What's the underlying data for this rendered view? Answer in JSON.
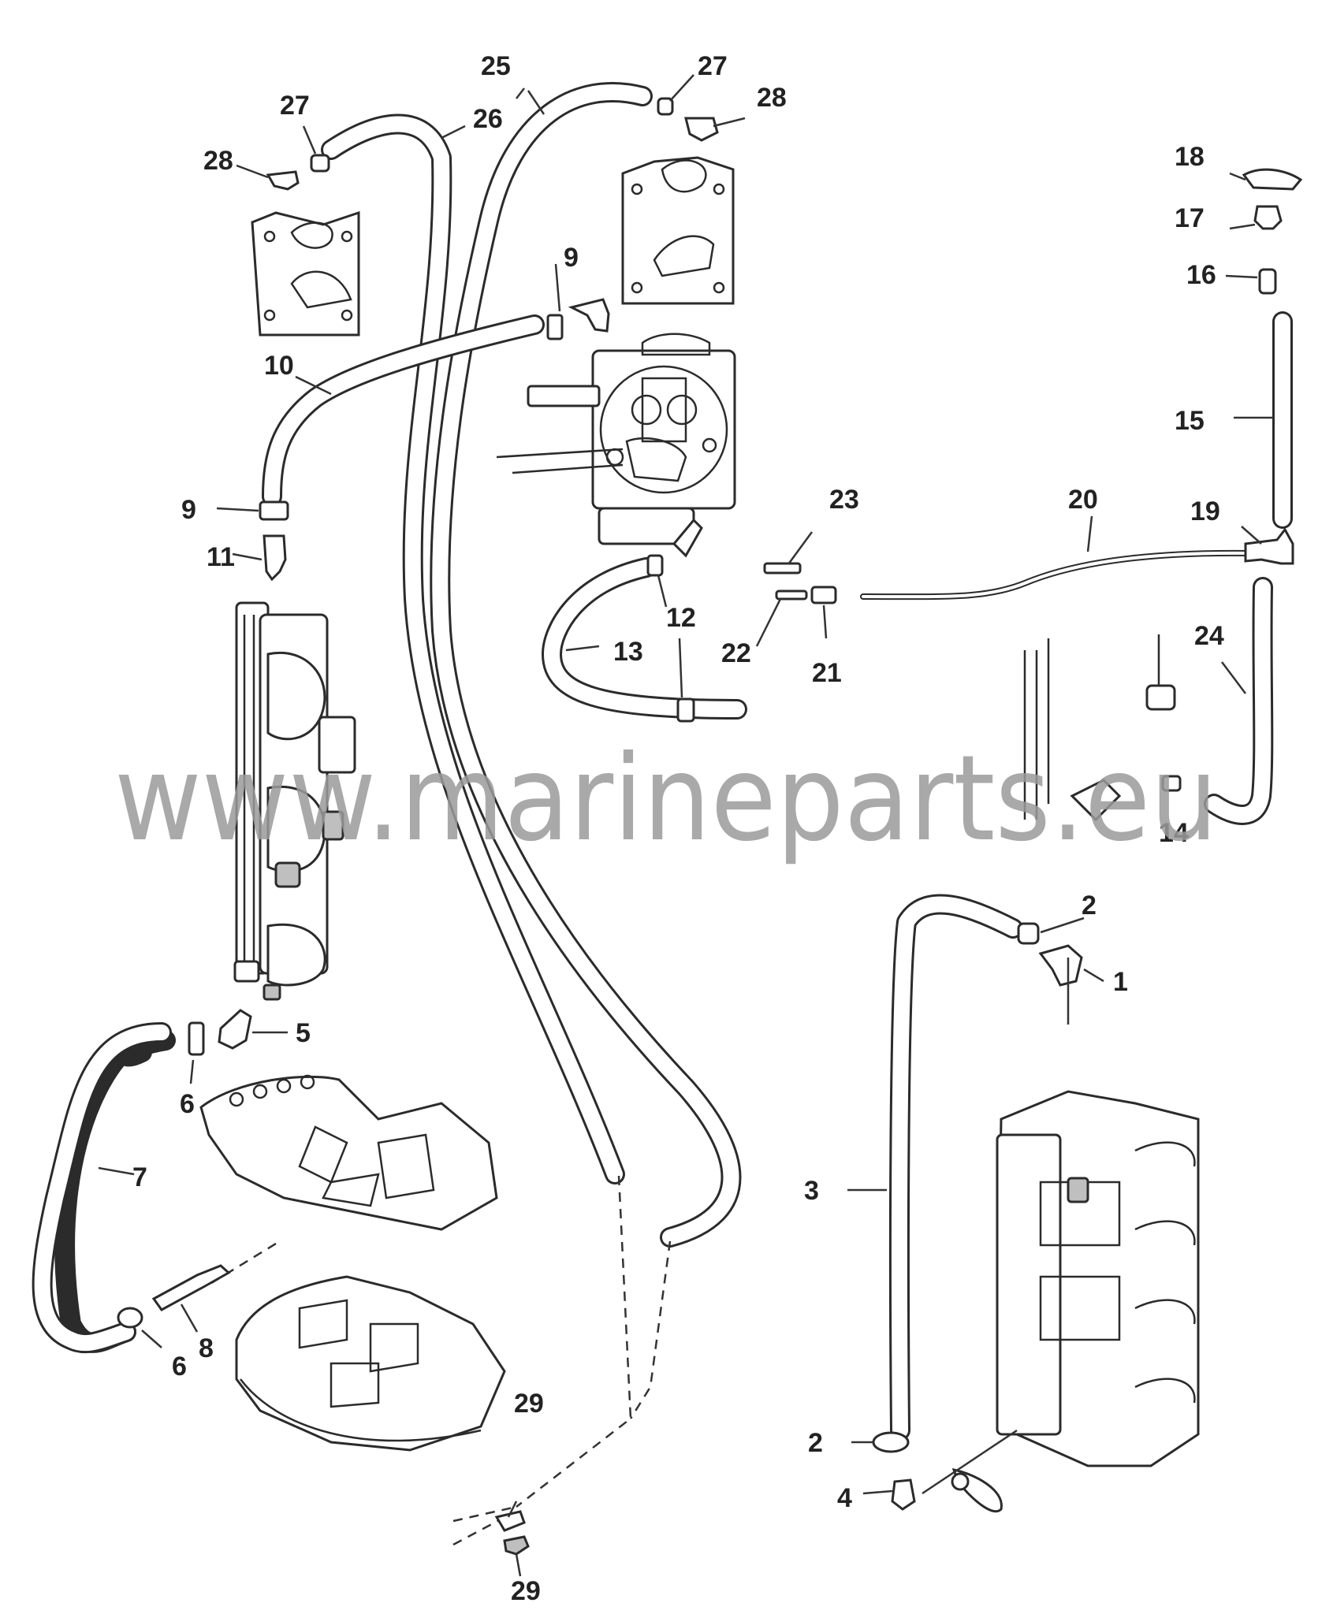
{
  "watermark": "www.marineparts.eu",
  "callouts": {
    "c1": "1",
    "c2a": "2",
    "c2b": "2",
    "c3": "3",
    "c4": "4",
    "c5": "5",
    "c6a": "6",
    "c6b": "6",
    "c7": "7",
    "c8": "8",
    "c9a": "9",
    "c9b": "9",
    "c10": "10",
    "c11": "11",
    "c12": "12",
    "c13": "13",
    "c14": "14",
    "c15": "15",
    "c16": "16",
    "c17": "17",
    "c18": "18",
    "c19": "19",
    "c20": "20",
    "c21": "21",
    "c22": "22",
    "c23": "23",
    "c24": "24",
    "c25": "25",
    "c26": "26",
    "c27a": "27",
    "c27b": "27",
    "c28a": "28",
    "c28b": "28",
    "c29a": "29",
    "c29b": "29"
  }
}
